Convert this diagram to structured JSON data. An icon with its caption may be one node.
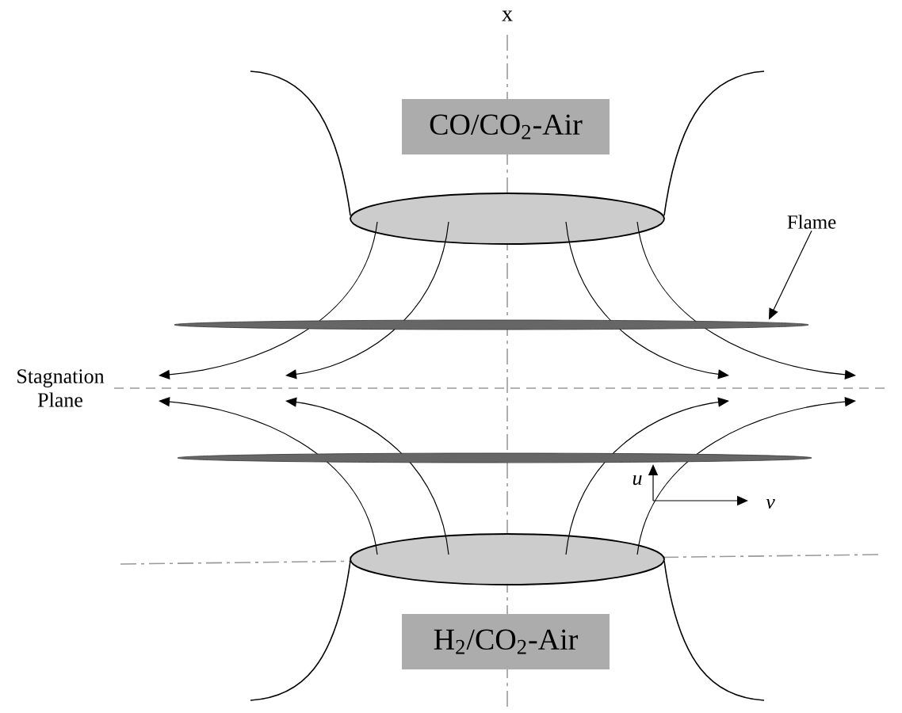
{
  "diagram": {
    "nodes": [
      {
        "text": [
          "CO/CO$_{2}$-Air"
        ]
      },
      {
        "text": [
          "Flame"
        ]
      },
      {
        "text": [],
        "shape": "ellipse"
      },
      {
        "text": [],
        "shape": "ellipse"
      },
      {
        "text": [
          "H$_{2}$/CO$_{2}$-Air"
        ]
      }
    ],
    "edges": [
      {
        "from": 1,
        "to": 2,
        "arrow": "to"
      }
    ],
    "labels": [
      "x",
      "Stagnation Plane",
      "u",
      "v"
    ]
  }
}
